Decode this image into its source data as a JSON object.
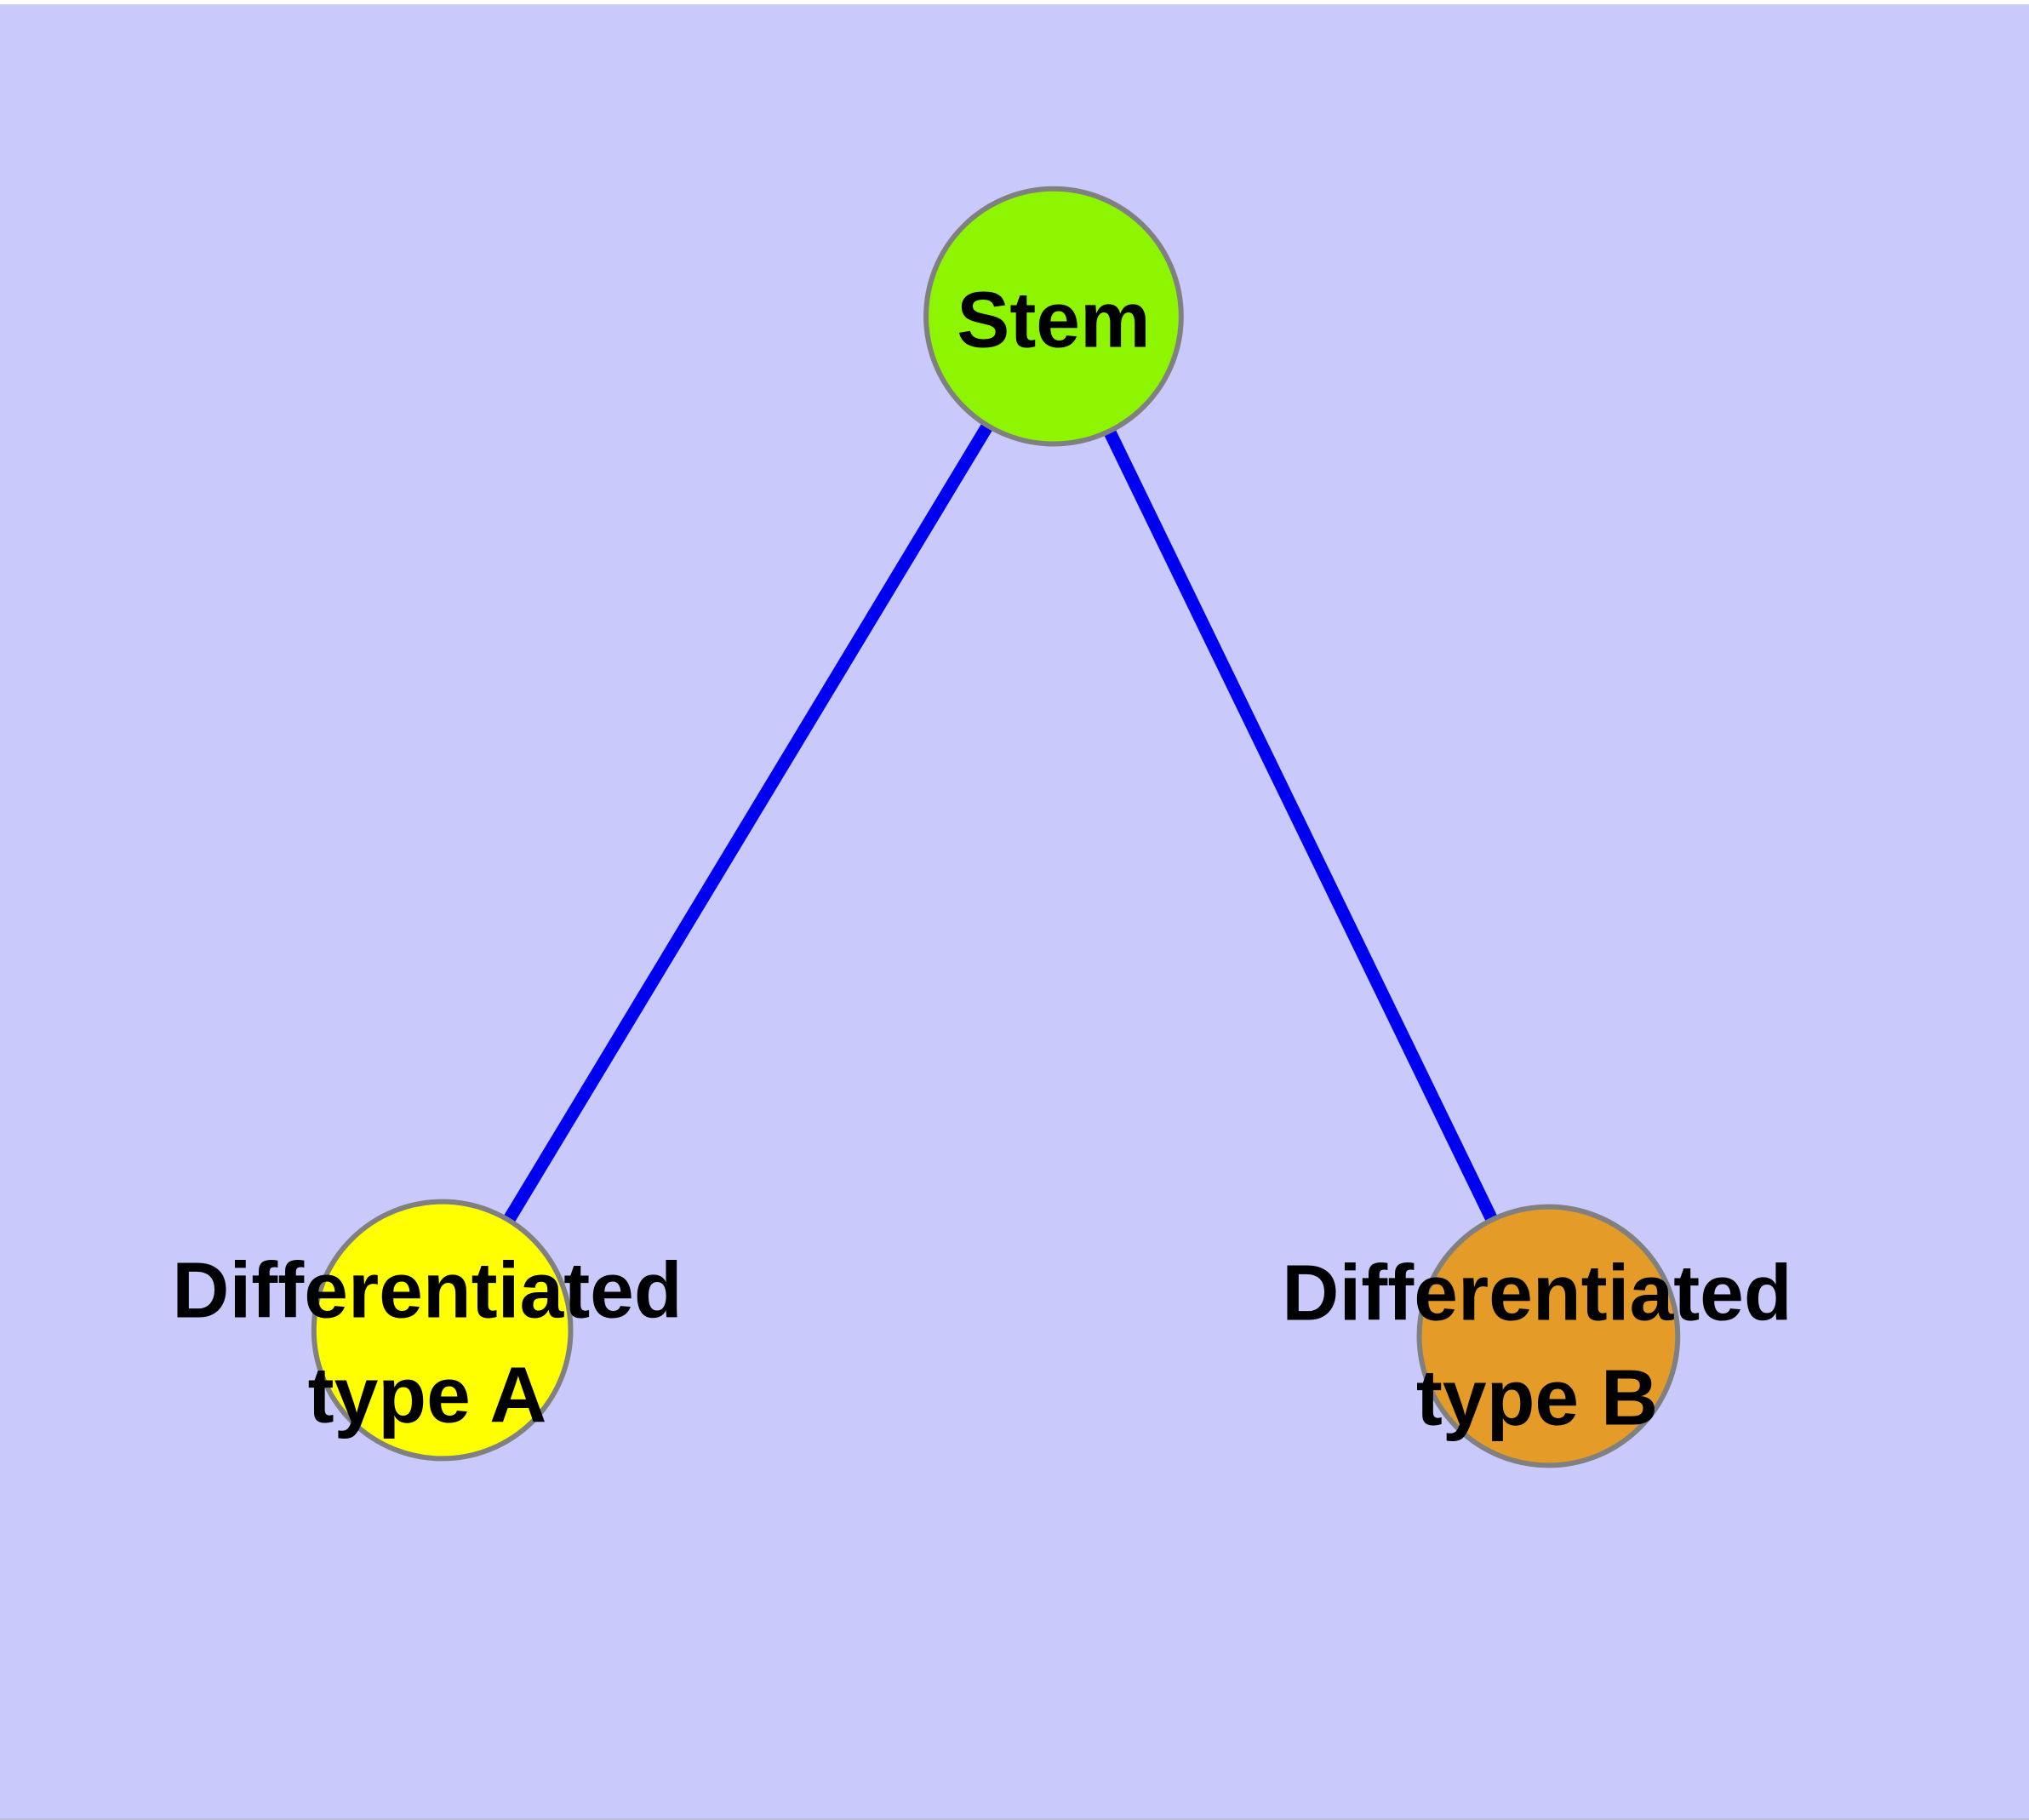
{
  "diagram": {
    "background_color": "#C9C9FB",
    "top_strip_color": "#FFFFFF",
    "edge_color": "#0000F0",
    "node_border_color": "#808080",
    "label_text_color": "#000000",
    "nodes": [
      {
        "id": "stem",
        "label": "Stem",
        "fill": "#8DF500"
      },
      {
        "id": "type-a",
        "label": "Differentiated\ntype A",
        "fill": "#FFFF00"
      },
      {
        "id": "type-b",
        "label": "Differentiated\ntype B",
        "fill": "#E49B27"
      }
    ],
    "edges": [
      {
        "from": "Stem",
        "to": "Differentiated type A"
      },
      {
        "from": "Stem",
        "to": "Differentiated type B"
      }
    ]
  }
}
